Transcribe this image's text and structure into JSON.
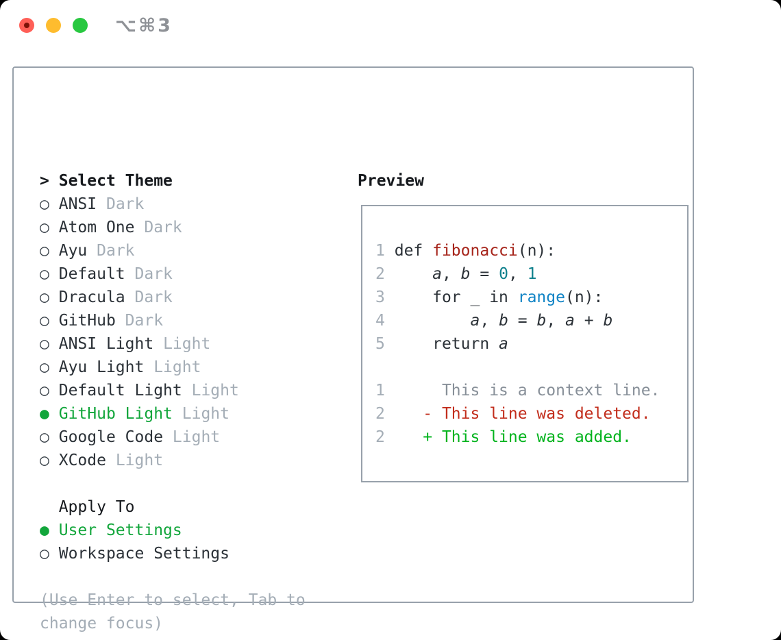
{
  "window": {
    "title": "⌥⌘3"
  },
  "titlebar": {
    "traffic_lights": [
      {
        "name": "close",
        "color": "#ff5f57",
        "dot_color": "#7d1207",
        "has_dot": true
      },
      {
        "name": "minimize",
        "color": "#febc2e",
        "has_dot": false
      },
      {
        "name": "zoom",
        "color": "#28c840",
        "has_dot": false
      }
    ]
  },
  "theme_panel": {
    "header": {
      "prompt": ">",
      "label": "Select Theme"
    },
    "radio_unselected_glyph": "○",
    "radio_selected_glyph": "●",
    "themes": [
      {
        "name": "ANSI",
        "tag": "Dark",
        "selected": false
      },
      {
        "name": "Atom One",
        "tag": "Dark",
        "selected": false
      },
      {
        "name": "Ayu",
        "tag": "Dark",
        "selected": false
      },
      {
        "name": "Default",
        "tag": "Dark",
        "selected": false
      },
      {
        "name": "Dracula",
        "tag": "Dark",
        "selected": false
      },
      {
        "name": "GitHub",
        "tag": "Dark",
        "selected": false
      },
      {
        "name": "ANSI Light",
        "tag": "Light",
        "selected": false
      },
      {
        "name": "Ayu Light",
        "tag": "Light",
        "selected": false
      },
      {
        "name": "Default Light",
        "tag": "Light",
        "selected": false
      },
      {
        "name": "GitHub Light",
        "tag": "Light",
        "selected": true
      },
      {
        "name": "Google Code",
        "tag": "Light",
        "selected": false
      },
      {
        "name": "XCode",
        "tag": "Light",
        "selected": false
      }
    ],
    "apply_to": {
      "header": "Apply To",
      "options": [
        {
          "name": "User Settings",
          "selected": true
        },
        {
          "name": "Workspace Settings",
          "selected": false
        }
      ]
    },
    "hint_lines": [
      "(Use Enter to select, Tab to",
      "change focus)"
    ]
  },
  "preview": {
    "header": "Preview",
    "lines": [
      {
        "num": "1",
        "kind": "code",
        "segments": [
          {
            "text": "def ",
            "style": "plain"
          },
          {
            "text": "fibonacci",
            "style": "function"
          },
          {
            "text": "(n):",
            "style": "plain"
          }
        ]
      },
      {
        "num": "2",
        "kind": "code",
        "segments": [
          {
            "text": "    ",
            "style": "plain"
          },
          {
            "text": "a",
            "style": "variable"
          },
          {
            "text": ", ",
            "style": "plain"
          },
          {
            "text": "b",
            "style": "variable"
          },
          {
            "text": " = ",
            "style": "plain"
          },
          {
            "text": "0",
            "style": "number"
          },
          {
            "text": ", ",
            "style": "plain"
          },
          {
            "text": "1",
            "style": "number"
          }
        ]
      },
      {
        "num": "3",
        "kind": "code",
        "segments": [
          {
            "text": "    for _ in ",
            "style": "plain"
          },
          {
            "text": "range",
            "style": "builtin"
          },
          {
            "text": "(n):",
            "style": "plain"
          }
        ]
      },
      {
        "num": "4",
        "kind": "code",
        "segments": [
          {
            "text": "        ",
            "style": "plain"
          },
          {
            "text": "a",
            "style": "variable"
          },
          {
            "text": ", ",
            "style": "plain"
          },
          {
            "text": "b",
            "style": "variable"
          },
          {
            "text": " = ",
            "style": "plain"
          },
          {
            "text": "b",
            "style": "variable"
          },
          {
            "text": ", ",
            "style": "plain"
          },
          {
            "text": "a",
            "style": "variable"
          },
          {
            "text": " + ",
            "style": "plain"
          },
          {
            "text": "b",
            "style": "variable"
          }
        ]
      },
      {
        "num": "5",
        "kind": "code",
        "segments": [
          {
            "text": "    return ",
            "style": "plain"
          },
          {
            "text": "a",
            "style": "variable"
          }
        ]
      },
      {
        "num": "",
        "kind": "blank",
        "segments": []
      },
      {
        "num": "1",
        "kind": "diff-context",
        "segments": [
          {
            "text": "     This is a context line.",
            "style": "context"
          }
        ]
      },
      {
        "num": "2",
        "kind": "diff-deleted",
        "segments": [
          {
            "text": "   ",
            "style": "plain"
          },
          {
            "text": "- This line was deleted.",
            "style": "deleted"
          }
        ]
      },
      {
        "num": "2",
        "kind": "diff-added",
        "segments": [
          {
            "text": "   ",
            "style": "plain"
          },
          {
            "text": "+ This line was added.",
            "style": "added"
          }
        ]
      }
    ]
  },
  "colors": {
    "panel_border": "#98a1ab",
    "text_main": "#2b3137",
    "text_header": "#16191d",
    "text_muted": "#a4adb6",
    "line_number": "#a4adb6",
    "selected_green": "#12a63b",
    "diff_added_green": "#02b31d",
    "diff_deleted_red": "#c22d1c",
    "diff_context_gray": "#878f98",
    "syntax_function_red": "#a6241a",
    "syntax_number_teal": "#0e808c",
    "syntax_builtin_blue": "#0f83c5",
    "window_title_gray": "#8e9196"
  }
}
